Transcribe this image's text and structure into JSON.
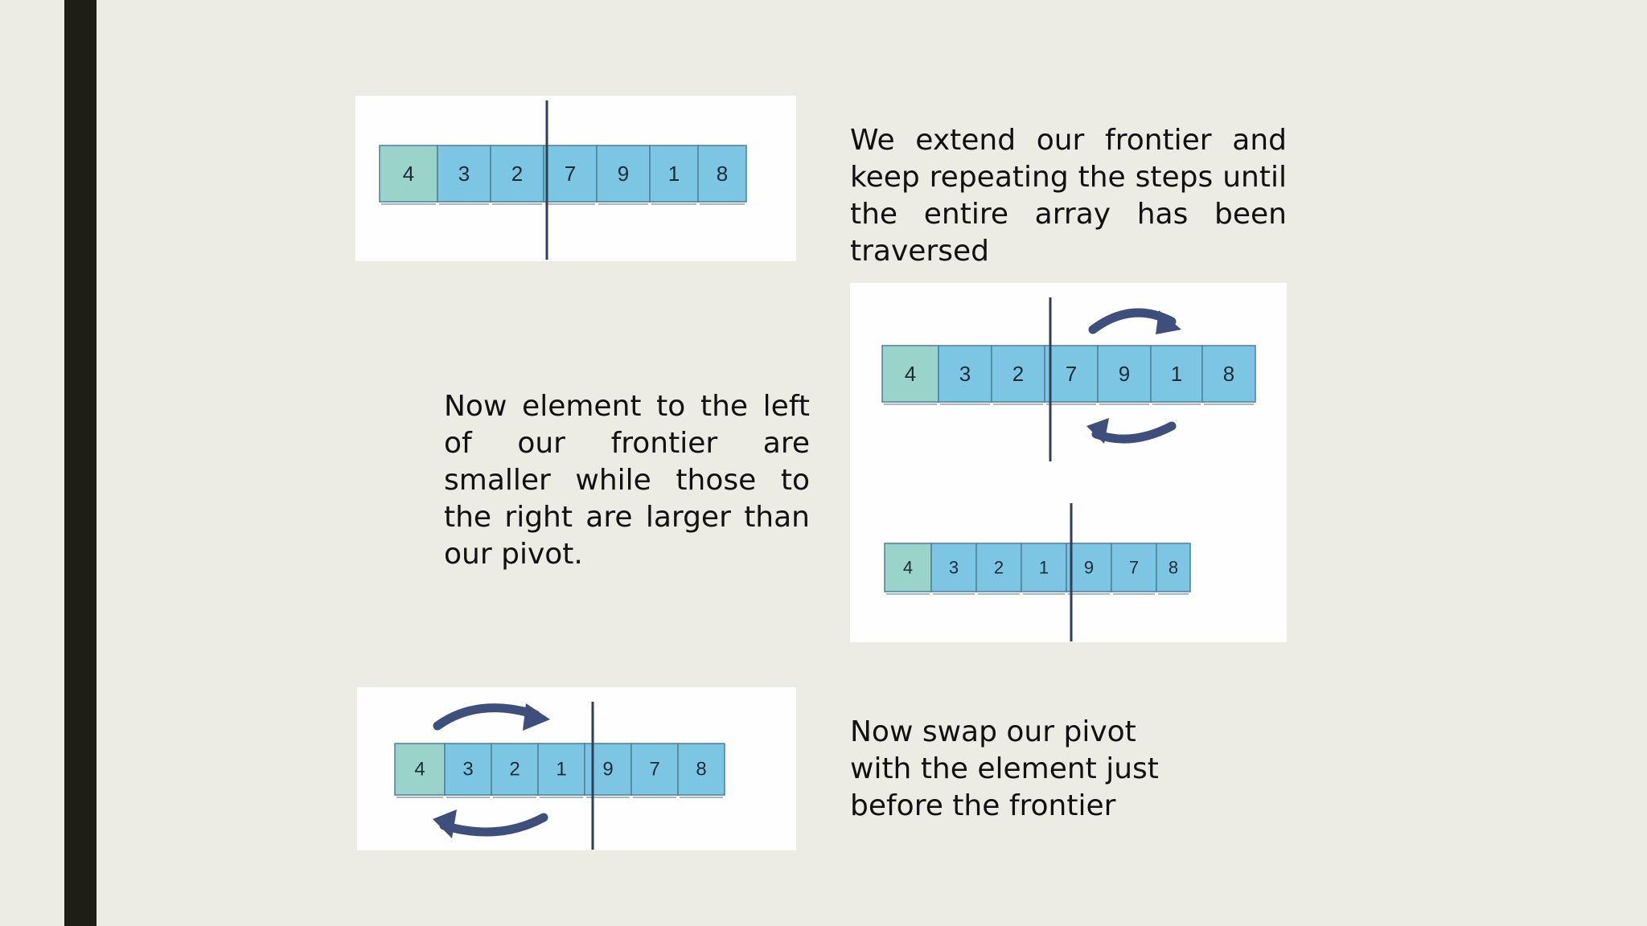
{
  "slide": {
    "text_traverse": "We extend our frontier and keep repeating the steps until the entire array has been traversed",
    "text_partition": "Now element to the left of our frontier are smaller while those to the right are larger than our pivot.",
    "text_swap": "Now swap our pivot with the element just before the frontier"
  },
  "colors": {
    "pivot_cell": "#9ad3c9",
    "array_cell": "#7cc6e4",
    "cell_border": "#4f7f97",
    "arrow": "#3d4f7a",
    "frontier_line": "#2f3f55"
  },
  "arrays": {
    "initial": [
      "4",
      "3",
      "2",
      "7",
      "9",
      "1",
      "8"
    ],
    "before_swap": [
      "4",
      "3",
      "2",
      "7",
      "9",
      "1",
      "8"
    ],
    "after_swap": [
      "4",
      "3",
      "2",
      "1",
      "9",
      "7",
      "8"
    ],
    "final": [
      "4",
      "3",
      "2",
      "1",
      "9",
      "7",
      "8"
    ]
  },
  "frontier_after_index": {
    "initial": 3,
    "before_swap": 3,
    "after_swap": 4,
    "final": 4
  }
}
